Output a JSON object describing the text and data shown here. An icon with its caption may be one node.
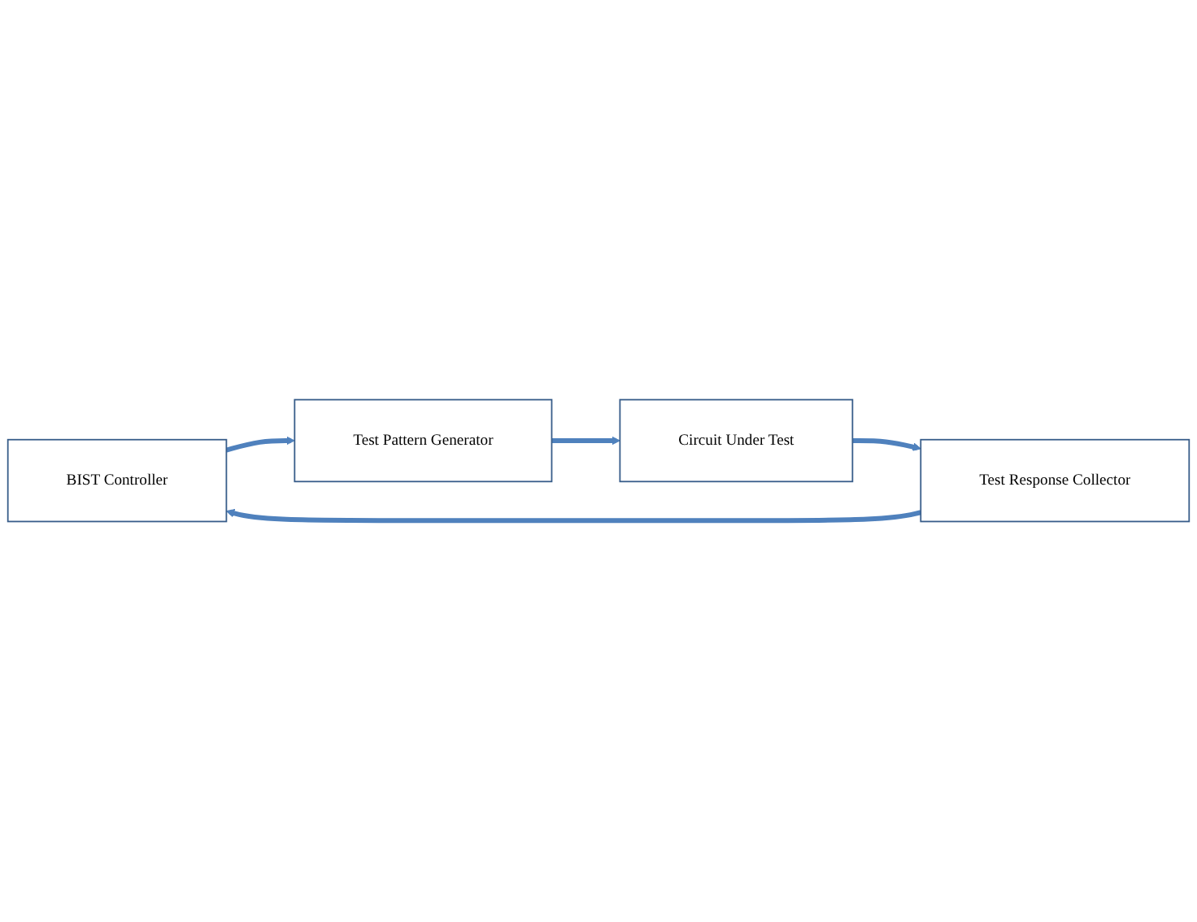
{
  "diagram": {
    "nodes": [
      {
        "text": [
          "BIST Controller"
        ]
      },
      {
        "text": [
          "Test Pattern Generator"
        ]
      },
      {
        "text": [
          "Circuit Under Test"
        ]
      },
      {
        "text": [
          "Test Response Collector"
        ]
      }
    ],
    "edges": [
      {
        "from": 0,
        "to": 1,
        "arrow": "to"
      },
      {
        "from": 1,
        "to": 2,
        "arrow": "to"
      },
      {
        "from": 2,
        "to": 3,
        "arrow": "to"
      },
      {
        "from": 3,
        "to": 0,
        "arrow": "to"
      }
    ]
  }
}
